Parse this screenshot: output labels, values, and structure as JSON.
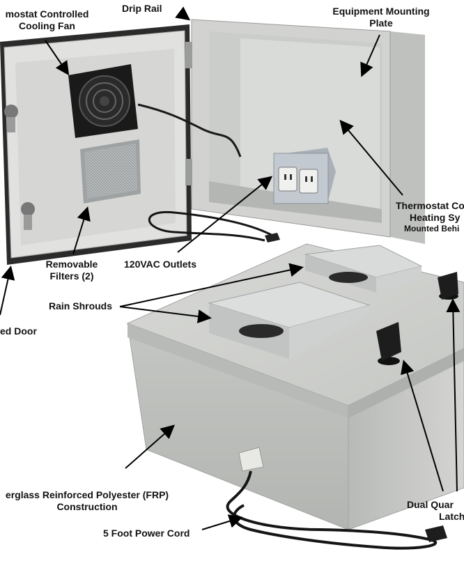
{
  "labels": {
    "fan": [
      "mostat Controlled",
      "Cooling Fan"
    ],
    "drip_rail": "Drip Rail",
    "mounting_plate": [
      "Equipment Mounting",
      "Plate"
    ],
    "heating": [
      "Thermostat Co",
      "Heating Sy",
      "Mounted Behi"
    ],
    "filters": [
      "Removable",
      "Filters (2)"
    ],
    "outlets": "120VAC Outlets",
    "rain_shrouds": "Rain Shrouds",
    "door": "ed Door",
    "frp": [
      "erglass Reinforced Polyester (FRP)",
      "Construction"
    ],
    "power_cord": "5 Foot Power Cord",
    "latches": [
      "Dual Quar",
      "Latch"
    ]
  },
  "colors": {
    "enclosure": "#c9cbc8",
    "enclosure_dark": "#9fa29f",
    "enclosure_light": "#e3e4e2",
    "plate": "#d6d8d6",
    "fan": "#1a1a1a",
    "cord": "#151515",
    "arrow": "#000000"
  }
}
